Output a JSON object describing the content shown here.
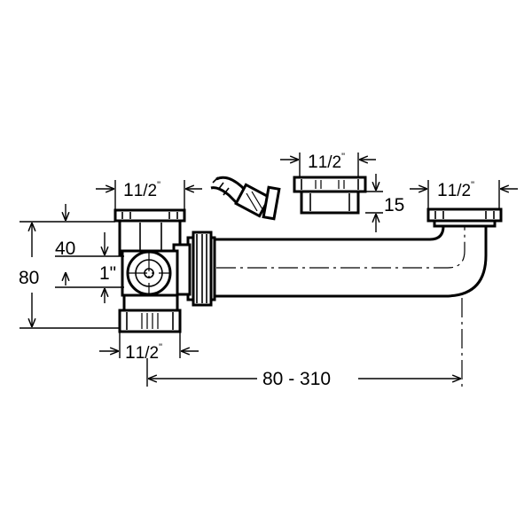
{
  "dimensions": {
    "top_left_thread": "1",
    "top_left_thread_frac": "1/2",
    "top_left_thread_mark": "\"",
    "top_mid_thread": "1",
    "top_mid_thread_frac": "1/2",
    "top_mid_thread_mark": "\"",
    "top_right_thread": "1",
    "top_right_thread_frac": "1/2",
    "top_right_thread_mark": "\"",
    "bottom_thread": "1",
    "bottom_thread_frac": "1/2",
    "bottom_thread_mark": "\"",
    "side_inlet": "1\"",
    "overall_height": "80",
    "inner_height": "40",
    "insert_depth": "15",
    "length_range": "80 - 310"
  }
}
